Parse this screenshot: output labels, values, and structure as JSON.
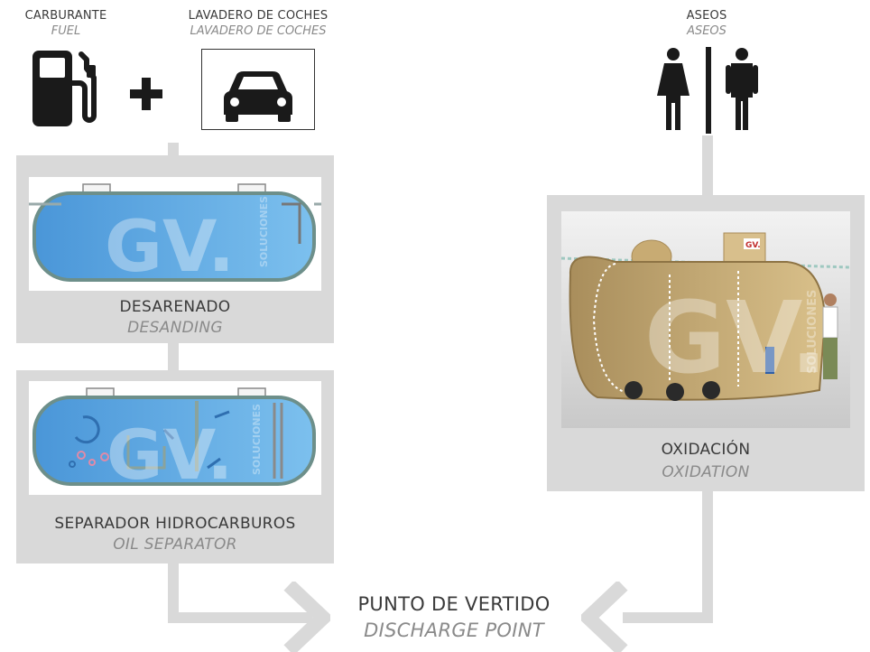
{
  "sources": {
    "fuel": {
      "label": "CARBURANTE",
      "sublabel": "FUEL",
      "icon": "fuel-pump-icon"
    },
    "plus": {
      "icon": "plus-icon"
    },
    "carwash": {
      "label": "LAVADERO DE COCHES",
      "sublabel": "LAVADERO DE COCHES",
      "icon": "car-icon"
    },
    "toilets": {
      "label": "ASEOS",
      "sublabel": "ASEOS",
      "icon": "restroom-icon"
    }
  },
  "stages": {
    "desanding": {
      "label": "DESARENADO",
      "sublabel": "DESANDING",
      "watermark": "GV.",
      "watermark_side": "SOLUCIONES"
    },
    "oil_separator": {
      "label": "SEPARADOR HIDROCARBUROS",
      "sublabel": "OIL SEPARATOR",
      "watermark": "GV.",
      "watermark_side": "SOLUCIONES"
    },
    "oxidation": {
      "label": "OXIDACIÓN",
      "sublabel": "OXIDATION",
      "watermark": "GV.",
      "watermark_side": "SOLUCIONES",
      "tank_badge": "GV."
    }
  },
  "discharge": {
    "label": "PUNTO DE VERTIDO",
    "sublabel": "DISCHARGE POINT"
  },
  "colors": {
    "panel": "#d9d9d9",
    "water": "#5aa7e0",
    "tank": "#c9ae7a",
    "icon": "#1a1a1a"
  }
}
